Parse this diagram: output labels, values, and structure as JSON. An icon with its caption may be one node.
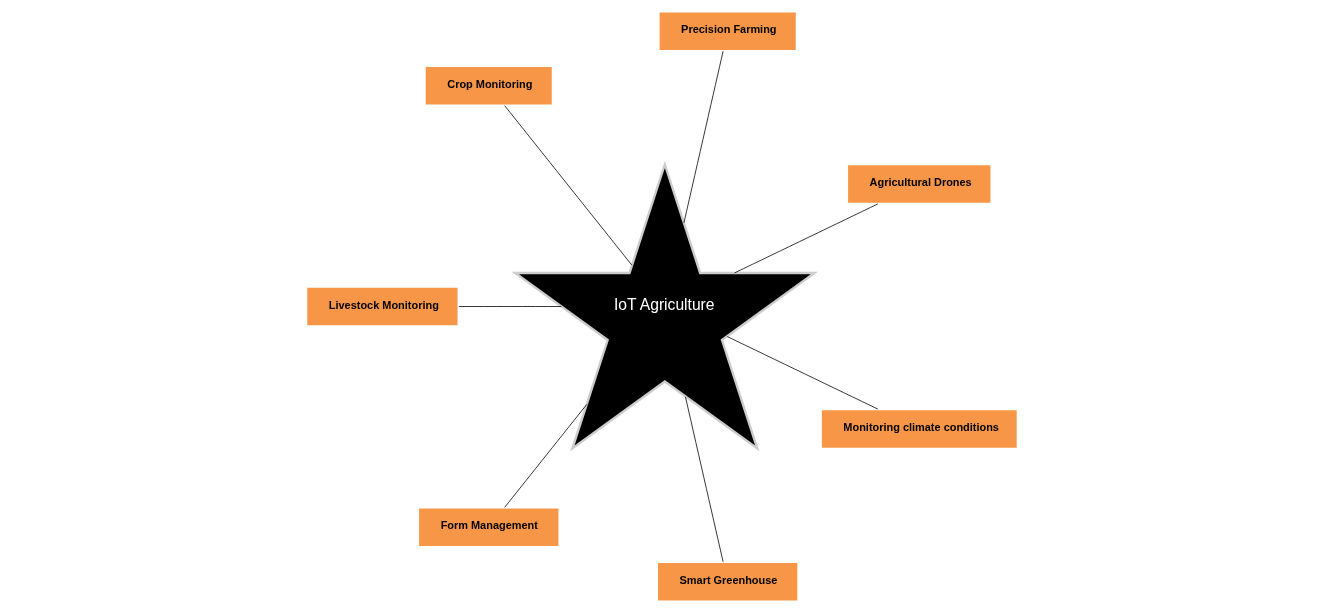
{
  "diagram": {
    "nodes": [
      {
        "text": [
          "Agricultural Drones"
        ]
      },
      {
        "text": [
          "Precision Farming"
        ]
      },
      {
        "text": [
          "Crop Monitoring"
        ]
      },
      {
        "text": [
          "Livestock Monitoring"
        ]
      },
      {
        "text": [
          "IoT Agriculture"
        ]
      },
      {
        "text": [
          "Form Management"
        ]
      },
      {
        "text": [
          "Smart Greenhouse"
        ]
      },
      {
        "text": [
          "Monitoring climate conditions"
        ]
      }
    ],
    "edges": [
      {
        "from": 0,
        "to": 4,
        "arrow": "none"
      },
      {
        "from": 1,
        "to": 4,
        "arrow": "none"
      },
      {
        "from": 2,
        "to": 4,
        "arrow": "none"
      },
      {
        "from": 3,
        "to": 4,
        "arrow": "none"
      },
      {
        "from": 5,
        "to": 4,
        "arrow": "none"
      },
      {
        "from": 6,
        "to": 4,
        "arrow": "none"
      },
      {
        "from": 7,
        "to": 4,
        "arrow": "none"
      }
    ]
  }
}
